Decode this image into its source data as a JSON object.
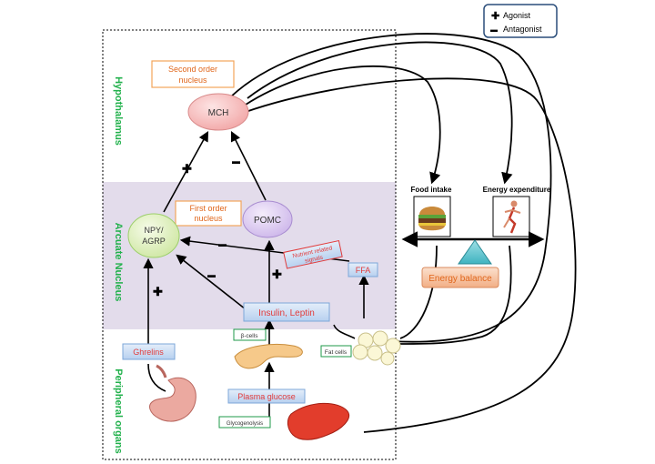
{
  "legend": {
    "agonist_symbol": "✚",
    "agonist": "Agonist",
    "antagonist_symbol": "▬",
    "antagonist": "Antagonist"
  },
  "regions": {
    "hypothalamus": "Hypothalamus",
    "arcuate": "Arcuate Nucleus",
    "peripheral": "Peripheral organs"
  },
  "boxes": {
    "second_order_line1": "Second order",
    "second_order_line2": "nucleus",
    "first_order_line1": "First order",
    "first_order_line2": "nucleus"
  },
  "nodes": {
    "mch": "MCH",
    "npy_line1": "NPY/",
    "npy_line2": "AGRP",
    "pomc": "POMC",
    "nutrient_line1": "Nutrient related",
    "nutrient_line2": "signals",
    "ffa": "FFA",
    "insulin_leptin": "Insulin, Leptin",
    "ghrelins": "Ghrelins",
    "beta_cells": "β-cells",
    "fat_cells": "Fat cells",
    "plasma_glucose": "Plasma glucose",
    "glycogenolysis": "Glycogenolysis"
  },
  "balance": {
    "food_intake": "Food intake",
    "energy_expenditure": "Energy expenditure",
    "energy_balance": "Energy balance"
  },
  "signs": {
    "plus": "✚",
    "minus": "▬"
  },
  "colors": {
    "arcuate_band": "#e3dceb",
    "region_text": "#22b14c",
    "box_orange": "#f2a55a",
    "box_text_orange": "#e0661b",
    "box_green": "#1f9a4a",
    "node_blue_fill": "#cfe0f5",
    "node_blue_border": "#7da7d9",
    "mch_fill": "#f9c5c5",
    "npy_fill": "#e4f2c8",
    "pomc_fill": "#e3d4f3",
    "energy_balance_fill": "#f6c7a6",
    "triangle_fill": "#6cc9d3",
    "legend_border": "#2a4d7a"
  },
  "icons": {
    "stomach": "stomach-icon",
    "pancreas": "pancreas-icon",
    "liver": "liver-icon",
    "fat": "fat-cells-icon",
    "burger": "burger-icon",
    "runner": "runner-icon"
  }
}
